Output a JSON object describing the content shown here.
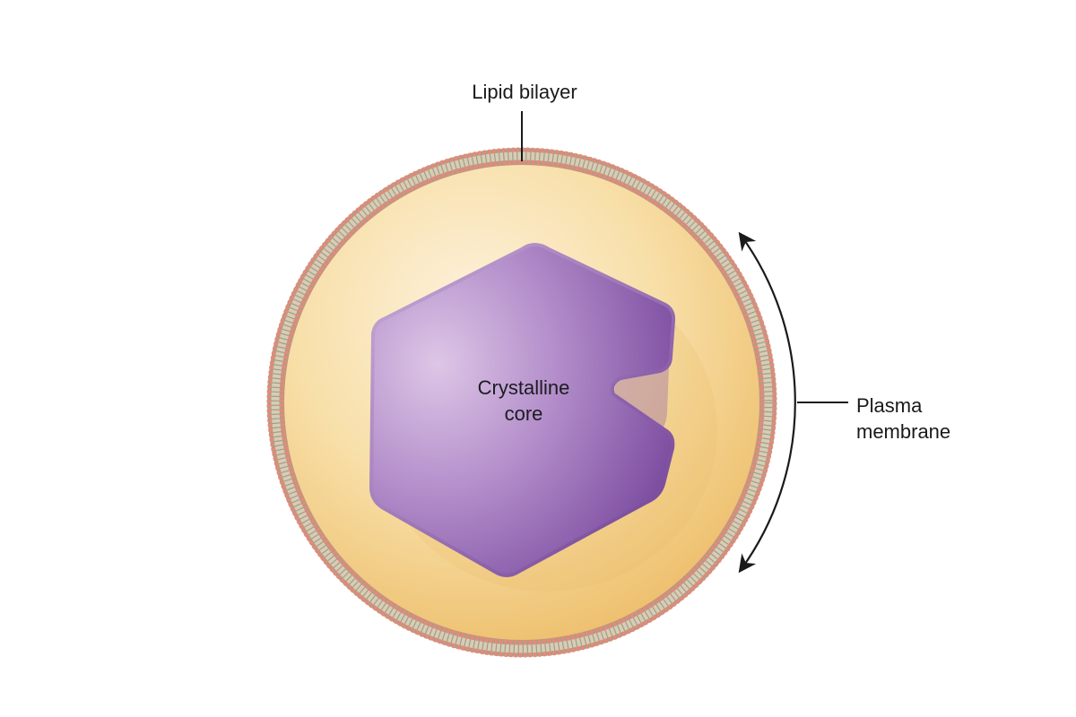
{
  "labels": {
    "lipid_bilayer": "Lipid bilayer",
    "crystalline_core": [
      "Crystalline",
      "core"
    ],
    "plasma_membrane": [
      "Plasma",
      "membrane"
    ]
  },
  "colors": {
    "membrane_head": "#e58a78",
    "membrane_tail": "#c8bfa6",
    "membrane_outline": "#b59a86",
    "cytoplasm_light": "#fdf2de",
    "cytoplasm_dark": "#f0c878",
    "core_light": "#ddc6e6",
    "core_mid": "#a77ec2",
    "core_dark": "#6f3f94",
    "leader_line": "#1a1a1a"
  },
  "icons": {
    "membrane_arrow": "curved-double-arrow-icon"
  }
}
